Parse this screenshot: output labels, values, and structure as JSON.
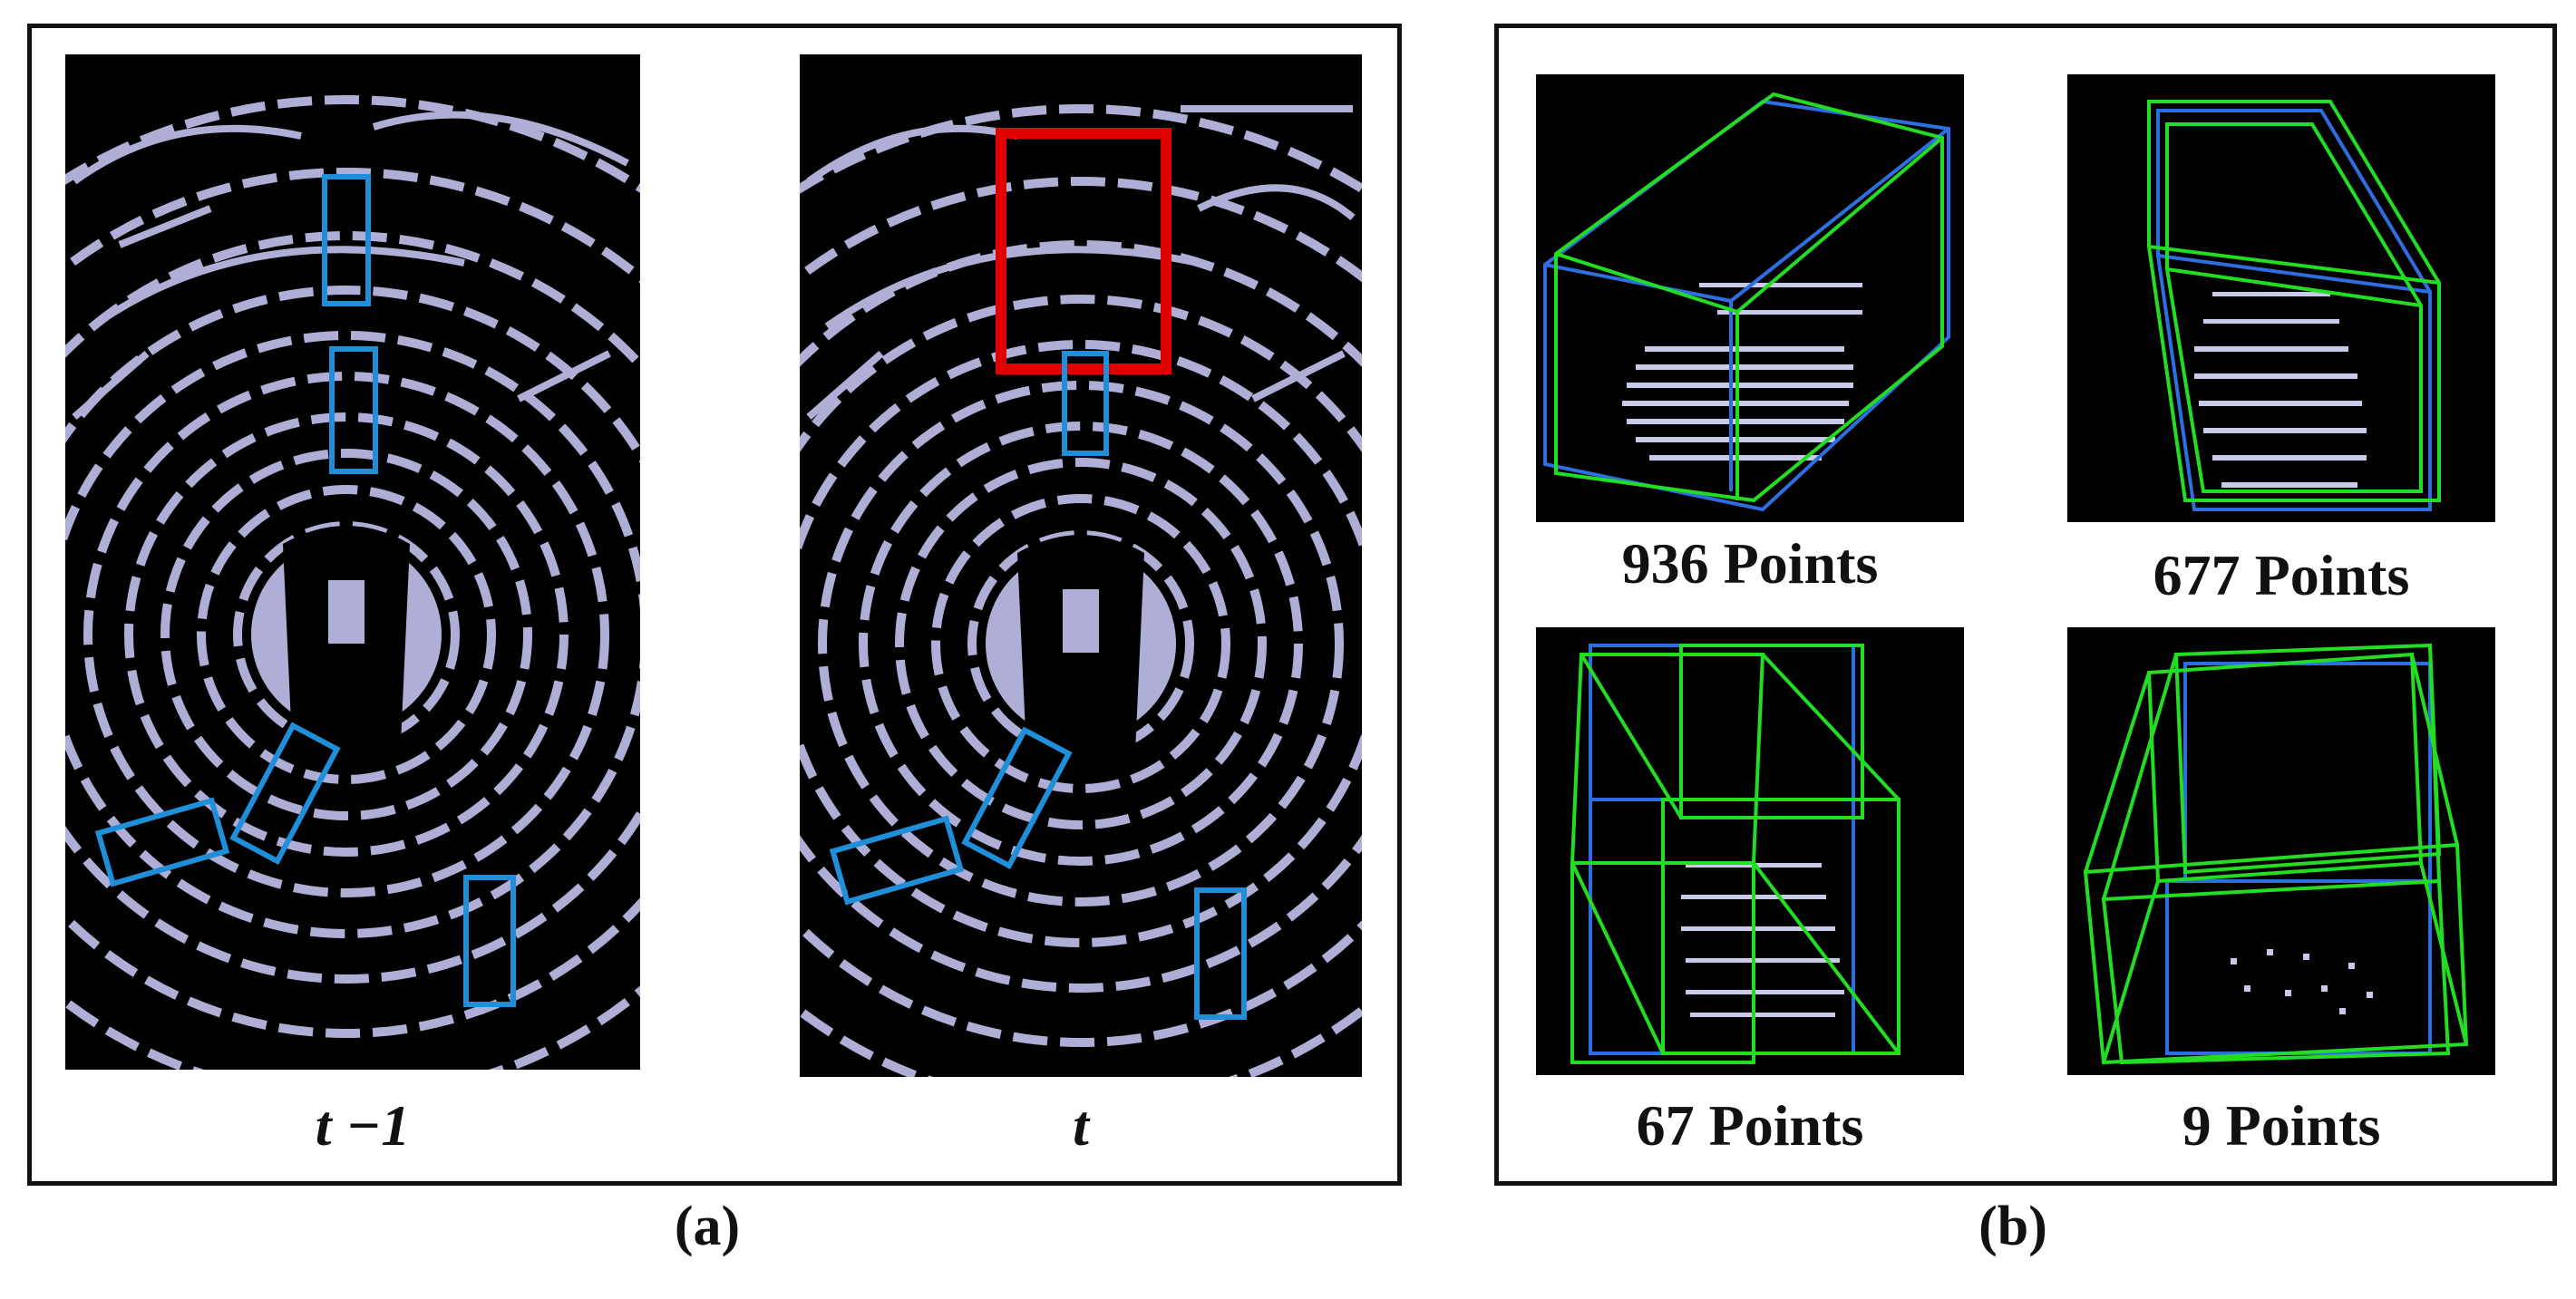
{
  "panel_a": {
    "label": "(a)",
    "frames": [
      {
        "caption": "t −1"
      },
      {
        "caption": "t"
      }
    ]
  },
  "panel_b": {
    "label": "(b)",
    "tiles": [
      {
        "caption": "936 Points"
      },
      {
        "caption": "677 Points"
      },
      {
        "caption": "67 Points"
      },
      {
        "caption": "9 Points"
      }
    ]
  },
  "colors": {
    "point_cloud": "#aeaed6",
    "detection_box": "#1e8fd8",
    "highlight_box": "#e00000",
    "gt_box": "#2d6fe0",
    "pred_box": "#22dd22",
    "background": "#000000"
  }
}
